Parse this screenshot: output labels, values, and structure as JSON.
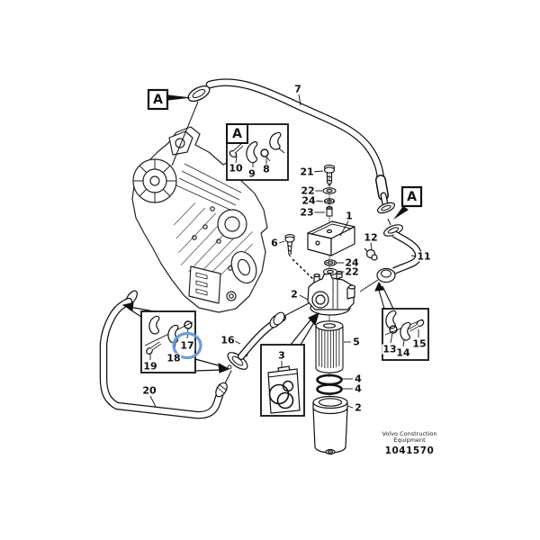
{
  "footer": {
    "company_line1": "Volvo Construction",
    "company_line2": "Equipment",
    "document_number": "1041570"
  },
  "view_labels": {
    "main_top_left": "A",
    "main_right": "A",
    "detail_box": "A"
  },
  "highlight": {
    "circled_part": "17",
    "color": "#6d9cd1"
  },
  "callouts": {
    "bracket_1": "1",
    "filter_head_2": "2",
    "seal_kit_3": "3",
    "oring_4_upper": "4",
    "oring_4_lower": "4",
    "filter_element_5": "5",
    "bolt_6": "6",
    "hose_7": "7",
    "ring_8": "8",
    "clamp_9": "9",
    "bolt_10": "10",
    "pipe_11": "11",
    "fitting_12": "12",
    "ring_13": "13",
    "clamp_14": "14",
    "bolt_15": "15",
    "pipe_16": "16",
    "ring_17": "17",
    "clamp_18": "18",
    "bolt_19": "19",
    "pipe_20": "20",
    "bolt_21": "21",
    "washer_22_top": "22",
    "washer_22_mid": "22",
    "spacer_23": "23",
    "washer_24_top": "24",
    "washer_24_mid": "24",
    "filter_canister_2": "2"
  }
}
